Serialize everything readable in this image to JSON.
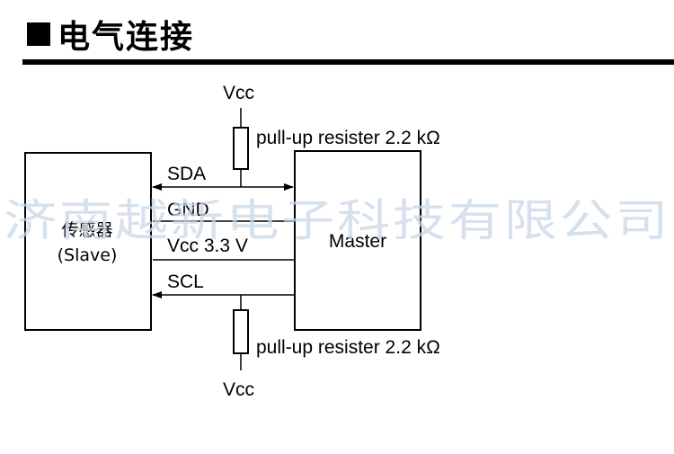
{
  "header": {
    "title": "电气连接"
  },
  "diagram": {
    "vcc_top": "Vcc",
    "vcc_bottom": "Vcc",
    "pullup_top": "pull-up resister 2.2 kΩ",
    "pullup_bottom": "pull-up resister 2.2 kΩ",
    "slave_line1": "传感器",
    "slave_line2": "(Slave)",
    "master": "Master",
    "sda": "SDA",
    "gnd": "GND",
    "vcc33": "Vcc 3.3 V",
    "scl": "SCL"
  },
  "watermark": "济南越新电子科技有限公司"
}
